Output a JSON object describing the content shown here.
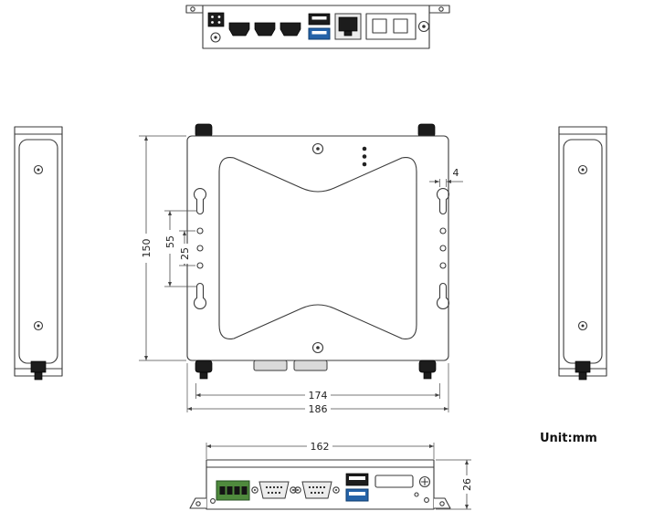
{
  "unit_label": "Unit:mm",
  "dims": {
    "body_height": "150",
    "mount_hole_span": "55",
    "mount_hole_pitch": "25",
    "keyhole_slot_width": "4",
    "mount_width": "174",
    "body_width": "186",
    "front_width": "162",
    "front_height": "26"
  },
  "colors": {
    "usb_blue": "#2563a8",
    "terminal_green": "#4f8a3d",
    "connector_dark": "#1c1c1c",
    "metal_light": "#ececec",
    "line": "#3a3a3a"
  },
  "icons": {
    "screw": "circle-with-dot",
    "keyhole_mount": "keyhole-slot",
    "hdmi_port": "trapezoid-socket",
    "usb_port": "rect-socket",
    "ethernet_port": "rj45-socket",
    "db9_port": "trapezoid-9-pins",
    "terminal_block": "green-4-pin-block",
    "sim_slot": "rounded-slot",
    "antenna_connector": "black-stub",
    "vent_holes": "three-dots"
  }
}
